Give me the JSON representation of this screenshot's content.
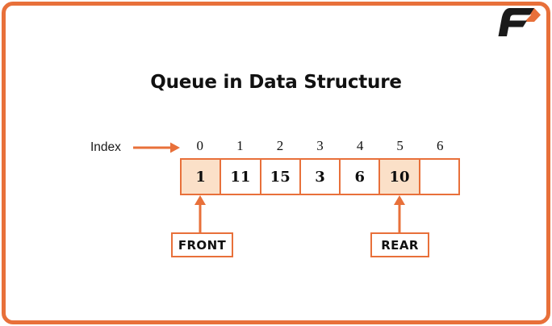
{
  "colors": {
    "accent": "#E8703A",
    "cell_fill": "#FBE0C8",
    "text": "#111111",
    "background": "#FFFFFF"
  },
  "logo": {
    "name": "favtutor-f-logo",
    "letter": "F"
  },
  "title": "Queue in Data Structure",
  "index_label": "Index",
  "array": {
    "indices": [
      "0",
      "1",
      "2",
      "3",
      "4",
      "5",
      "6"
    ],
    "cells": [
      {
        "index": "0",
        "value": "1",
        "highlighted": true
      },
      {
        "index": "1",
        "value": "11",
        "highlighted": false
      },
      {
        "index": "2",
        "value": "15",
        "highlighted": false
      },
      {
        "index": "3",
        "value": "3",
        "highlighted": false
      },
      {
        "index": "4",
        "value": "6",
        "highlighted": false
      },
      {
        "index": "5",
        "value": "10",
        "highlighted": true
      },
      {
        "index": "6",
        "value": "",
        "highlighted": false
      }
    ]
  },
  "pointers": {
    "front": {
      "label": "FRONT",
      "points_to_index": "0"
    },
    "rear": {
      "label": "REAR",
      "points_to_index": "5"
    }
  }
}
